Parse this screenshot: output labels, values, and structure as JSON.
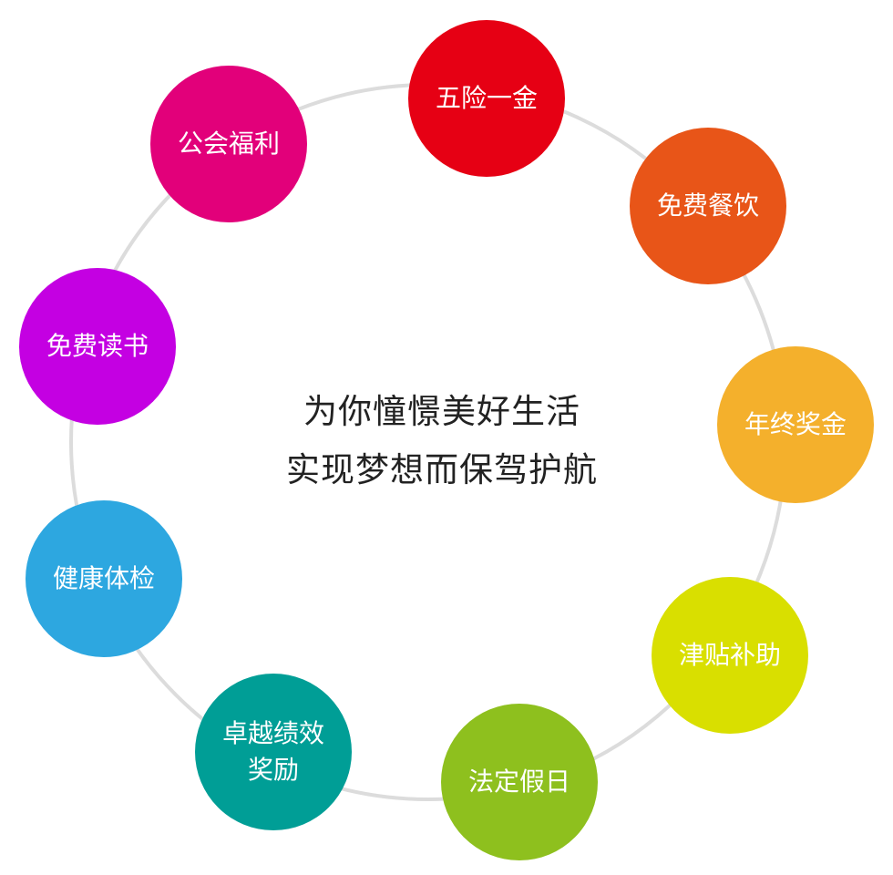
{
  "center": {
    "line1": "为你憧憬美好生活",
    "line2": "实现梦想而保驾护航"
  },
  "benefits": [
    {
      "label": "五险一金",
      "color": "#e60014"
    },
    {
      "label": "免费餐饮",
      "color": "#e85518"
    },
    {
      "label": "年终奖金",
      "color": "#f4b02c"
    },
    {
      "label": "津贴补助",
      "color": "#d9df00"
    },
    {
      "label": "法定假日",
      "color": "#8ec01e"
    },
    {
      "label_line1": "卓越绩效",
      "label_line2": "奖励",
      "color": "#009e96"
    },
    {
      "label": "健康体检",
      "color": "#2da7e0"
    },
    {
      "label": "免费读书",
      "color": "#c400e2"
    },
    {
      "label": "公会福利",
      "color": "#e2007a"
    }
  ],
  "ring_color": "#dcdcdc"
}
